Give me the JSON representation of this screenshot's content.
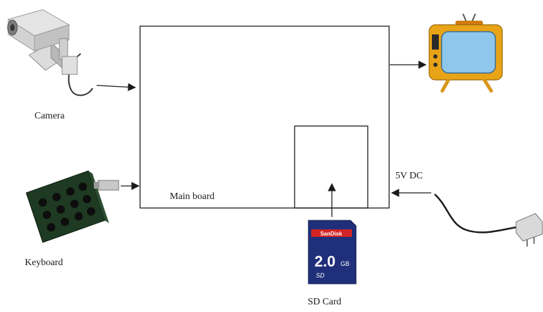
{
  "diagram": {
    "main_board_label": "Main board",
    "camera_label": "Camera",
    "keyboard_label": "Keyboard",
    "sd_card_label": "SD Card",
    "power_label": "5V DC",
    "sd_card": {
      "brand": "SanDisk",
      "capacity": "2.0",
      "unit": "GB",
      "type": "SD"
    }
  },
  "icons": [
    "camera-icon",
    "keyboard-icon",
    "sd-card-icon",
    "tv-icon",
    "power-adapter-icon"
  ],
  "colors": {
    "line": "#1a1a1a",
    "tv_body": "#e8a317",
    "tv_screen": "#8ec6ec",
    "sd_card": "#1f2f7a",
    "sd_band": "#d22424",
    "keyboard_pcb": "#1e3a22"
  }
}
